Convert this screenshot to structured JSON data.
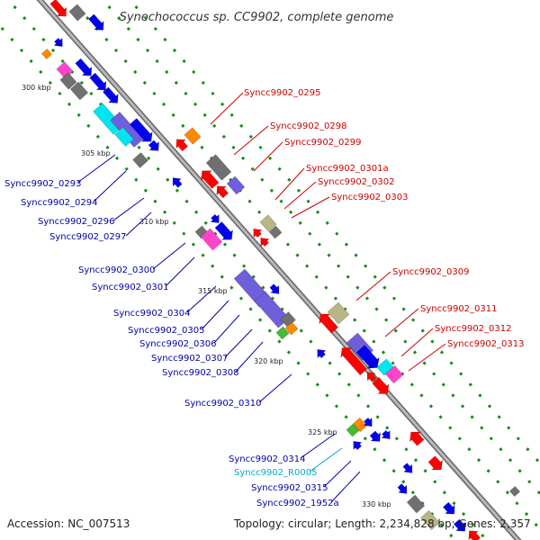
{
  "map": {
    "title": "Synechococcus sp. CC9902, complete genome",
    "accession_label": "Accession: NC_007513",
    "summary_label": "Topology: circular; Length: 2,234,828 bp; Genes: 2,357",
    "kbp_ticks": [
      "300 kbp",
      "305 kbp",
      "310 kbp",
      "315 kbp",
      "320 kbp",
      "325 kbp",
      "330 kbp"
    ],
    "colors": {
      "backbone": "#888888",
      "plus_strand_label": "#cc0000",
      "minus_strand_label": "#0000aa",
      "rna_label": "#00aacc",
      "gene_red": "#ff0000",
      "gene_blue": "#0000ee",
      "gene_gray": "#707070",
      "gene_orange": "#ff8800",
      "gene_purple": "#6f5fdc",
      "gene_cyan": "#00e6ee",
      "gene_olive": "#b9b584",
      "gene_pink": "#ff44cc",
      "gene_green": "#44bb33",
      "dot_green": "#1b8a1b"
    },
    "right_labels": [
      "Syncc9902_0295",
      "Syncc9902_0298",
      "Syncc9902_0299",
      "Syncc9902_0301a",
      "Syncc9902_0302",
      "Syncc9902_0303",
      "Syncc9902_0309",
      "Syncc9902_0311",
      "Syncc9902_0312",
      "Syncc9902_0313"
    ],
    "left_labels": [
      "Syncc9902_0293",
      "Syncc9902_0294",
      "Syncc9902_0296",
      "Syncc9902_0297",
      "Syncc9902_0300",
      "Syncc9902_0301",
      "Syncc9902_0304",
      "Syncc9902_0305",
      "Syncc9902_0306",
      "Syncc9902_0307",
      "Syncc9902_0308",
      "Syncc9902_0310",
      "Syncc9902_0314",
      "Syncc9902_R0005",
      "Syncc9902_0315",
      "Syncc9902_1952a"
    ]
  }
}
